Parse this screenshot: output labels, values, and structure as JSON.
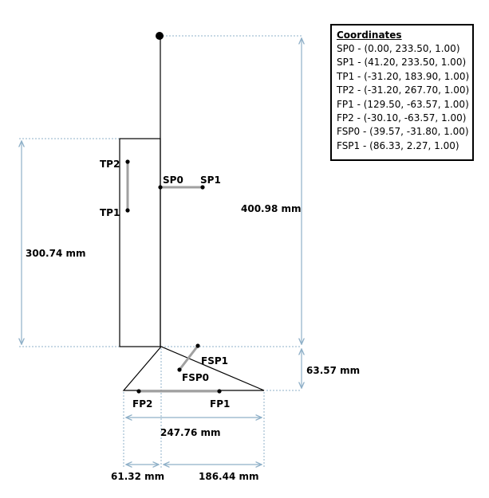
{
  "legend": {
    "title": "Coordinates",
    "rows": [
      "SP0 - (0.00, 233.50, 1.00)",
      "SP1 - (41.20, 233.50, 1.00)",
      "TP1 - (-31.20, 183.90, 1.00)",
      "TP2 - (-31.20, 267.70, 1.00)",
      "FP1 - (129.50, -63.57, 1.00)",
      "FP2 - (-30.10, -63.57, 1.00)",
      "FSP0 - (39.57, -31.80, 1.00)",
      "FSP1 - (86.33, 2.27, 1.00)"
    ]
  },
  "points": {
    "sp0": "SP0",
    "sp1": "SP1",
    "tp1": "TP1",
    "tp2": "TP2",
    "fp1": "FP1",
    "fp2": "FP2",
    "fsp0": "FSP0",
    "fsp1": "FSP1"
  },
  "dimensions": {
    "total_height": "400.98 mm",
    "trunk_height": "300.74 mm",
    "foot_height": "63.57 mm",
    "foot_width": "247.76 mm",
    "heel_width": "61.32 mm",
    "toe_width": "186.44 mm"
  },
  "colors": {
    "dimension": "#8fb0c8",
    "segment": "#a0a0a0",
    "outline": "#000000"
  }
}
